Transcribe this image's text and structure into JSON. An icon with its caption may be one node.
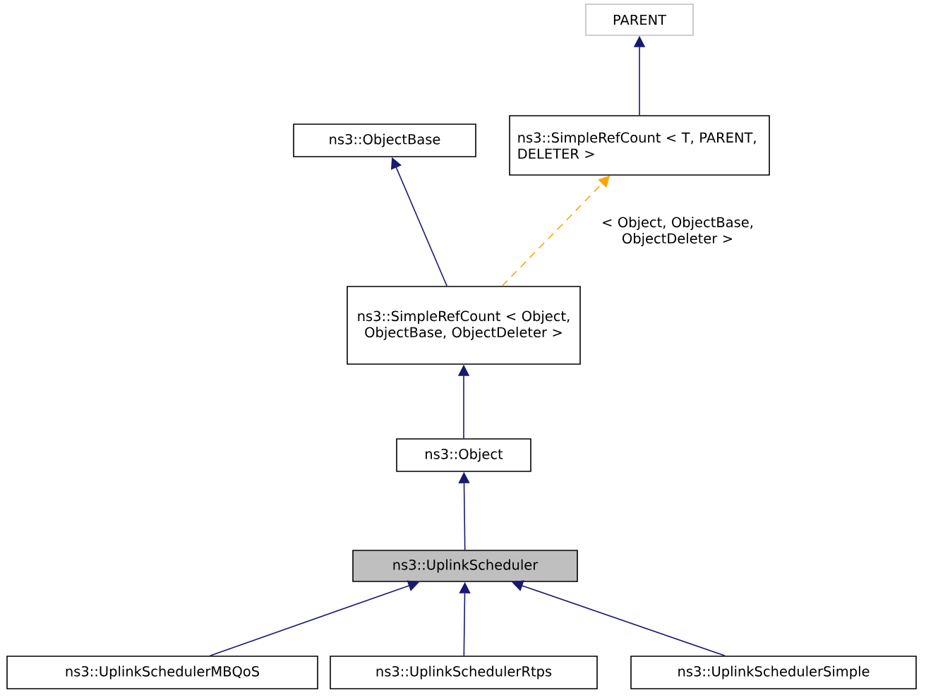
{
  "diagram": {
    "nodes": [
      {
        "text": [
          "PARENT"
        ]
      },
      {
        "text": [
          "ns3::SimpleRefCount < T, PARENT, DELETER >"
        ]
      },
      {
        "text": [
          "ns3::ObjectBase"
        ]
      },
      {
        "text": [
          "ns3::SimpleRefCount < Object, ObjectBase, ObjectDeleter >"
        ]
      },
      {
        "text": [
          "ns3::Object"
        ]
      },
      {
        "text": [
          "ns3::UplinkScheduler"
        ]
      },
      {
        "text": [
          "ns3::UplinkSchedulerMBQoS"
        ]
      },
      {
        "text": [
          "ns3::UplinkSchedulerRtps"
        ]
      },
      {
        "text": [
          "ns3::UplinkSchedulerSimple"
        ]
      }
    ],
    "edges": [
      {
        "from": 1,
        "to": 0,
        "arrow": "to"
      },
      {
        "from": 3,
        "to": 2,
        "arrow": "to"
      },
      {
        "from": 3,
        "to": 1,
        "arrow": "to",
        "style": "dashed",
        "color": "#ffa500",
        "label": "< Object, ObjectBase, ObjectDeleter >"
      },
      {
        "from": 4,
        "to": 3,
        "arrow": "to"
      },
      {
        "from": 5,
        "to": 4,
        "arrow": "to"
      },
      {
        "from": 6,
        "to": 5,
        "arrow": "to"
      },
      {
        "from": 7,
        "to": 5,
        "arrow": "to"
      },
      {
        "from": 8,
        "to": 5,
        "arrow": "to"
      }
    ]
  }
}
